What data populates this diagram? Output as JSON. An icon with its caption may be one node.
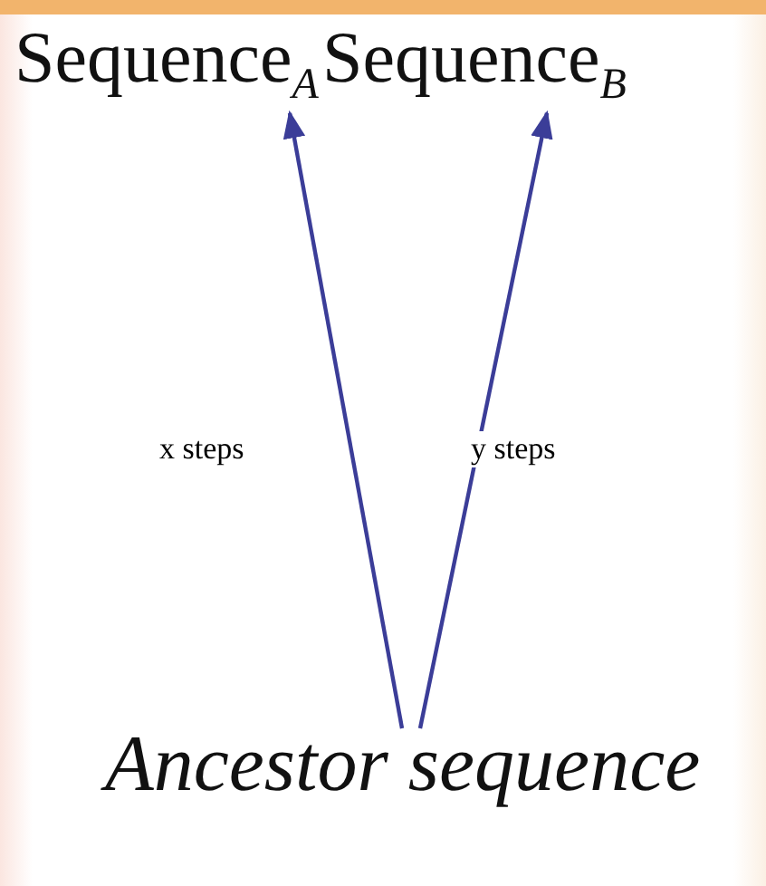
{
  "diagram": {
    "nodes": [
      {
        "text": [
          "Sequence$_{A}$"
        ]
      },
      {
        "text": [
          "Sequence$_{B}$"
        ]
      },
      {
        "text": [
          "Ancestor sequence"
        ]
      }
    ],
    "edges": [
      {
        "from": 2,
        "to": 0,
        "arrow": "to",
        "label": "x steps"
      },
      {
        "from": 2,
        "to": 1,
        "arrow": "to",
        "label": "y steps"
      }
    ]
  }
}
